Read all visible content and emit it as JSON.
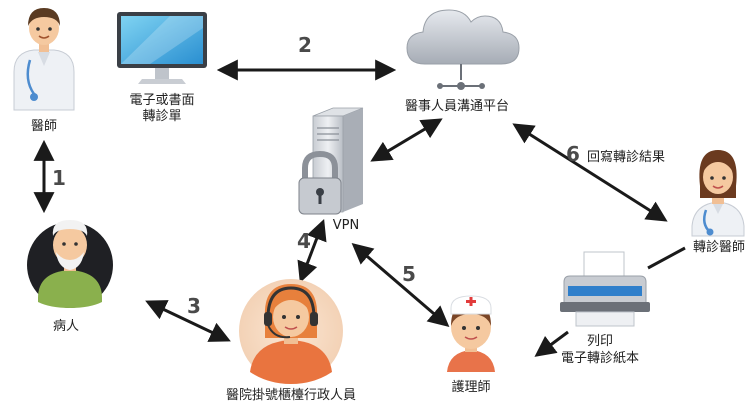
{
  "labels": {
    "doctor": "醫師",
    "form_line1": "電子或書面",
    "form_line2": "轉診單",
    "platform": "醫事人員溝通平台",
    "vpn": "VPN",
    "patient": "病人",
    "receptionist": "醫院掛號櫃檯行政人員",
    "nurse": "護理師",
    "referral_doctor": "轉診醫師",
    "print_line1": "列印",
    "print_line2": "電子轉診紙本",
    "writeback": "回寫轉診結果"
  },
  "steps": {
    "s1": "1",
    "s2": "2",
    "s3": "3",
    "s4": "4",
    "s5": "5",
    "s6": "6"
  },
  "icons": {
    "doctor": "male-doctor-icon",
    "monitor": "computer-monitor-icon",
    "cloud": "cloud-network-icon",
    "server": "server-lock-icon",
    "patient": "elderly-patient-icon",
    "receptionist": "receptionist-headset-icon",
    "nurse": "nurse-icon",
    "referral_doctor": "female-doctor-icon",
    "printer": "printer-icon"
  },
  "colors": {
    "arrow": "#1a1a1a",
    "step_number": "#4a4a4a",
    "coat": "#eef1f5",
    "skin": "#f5c9a0",
    "cloud": "#b9bec6",
    "printer_blue": "#2f7fcb"
  }
}
